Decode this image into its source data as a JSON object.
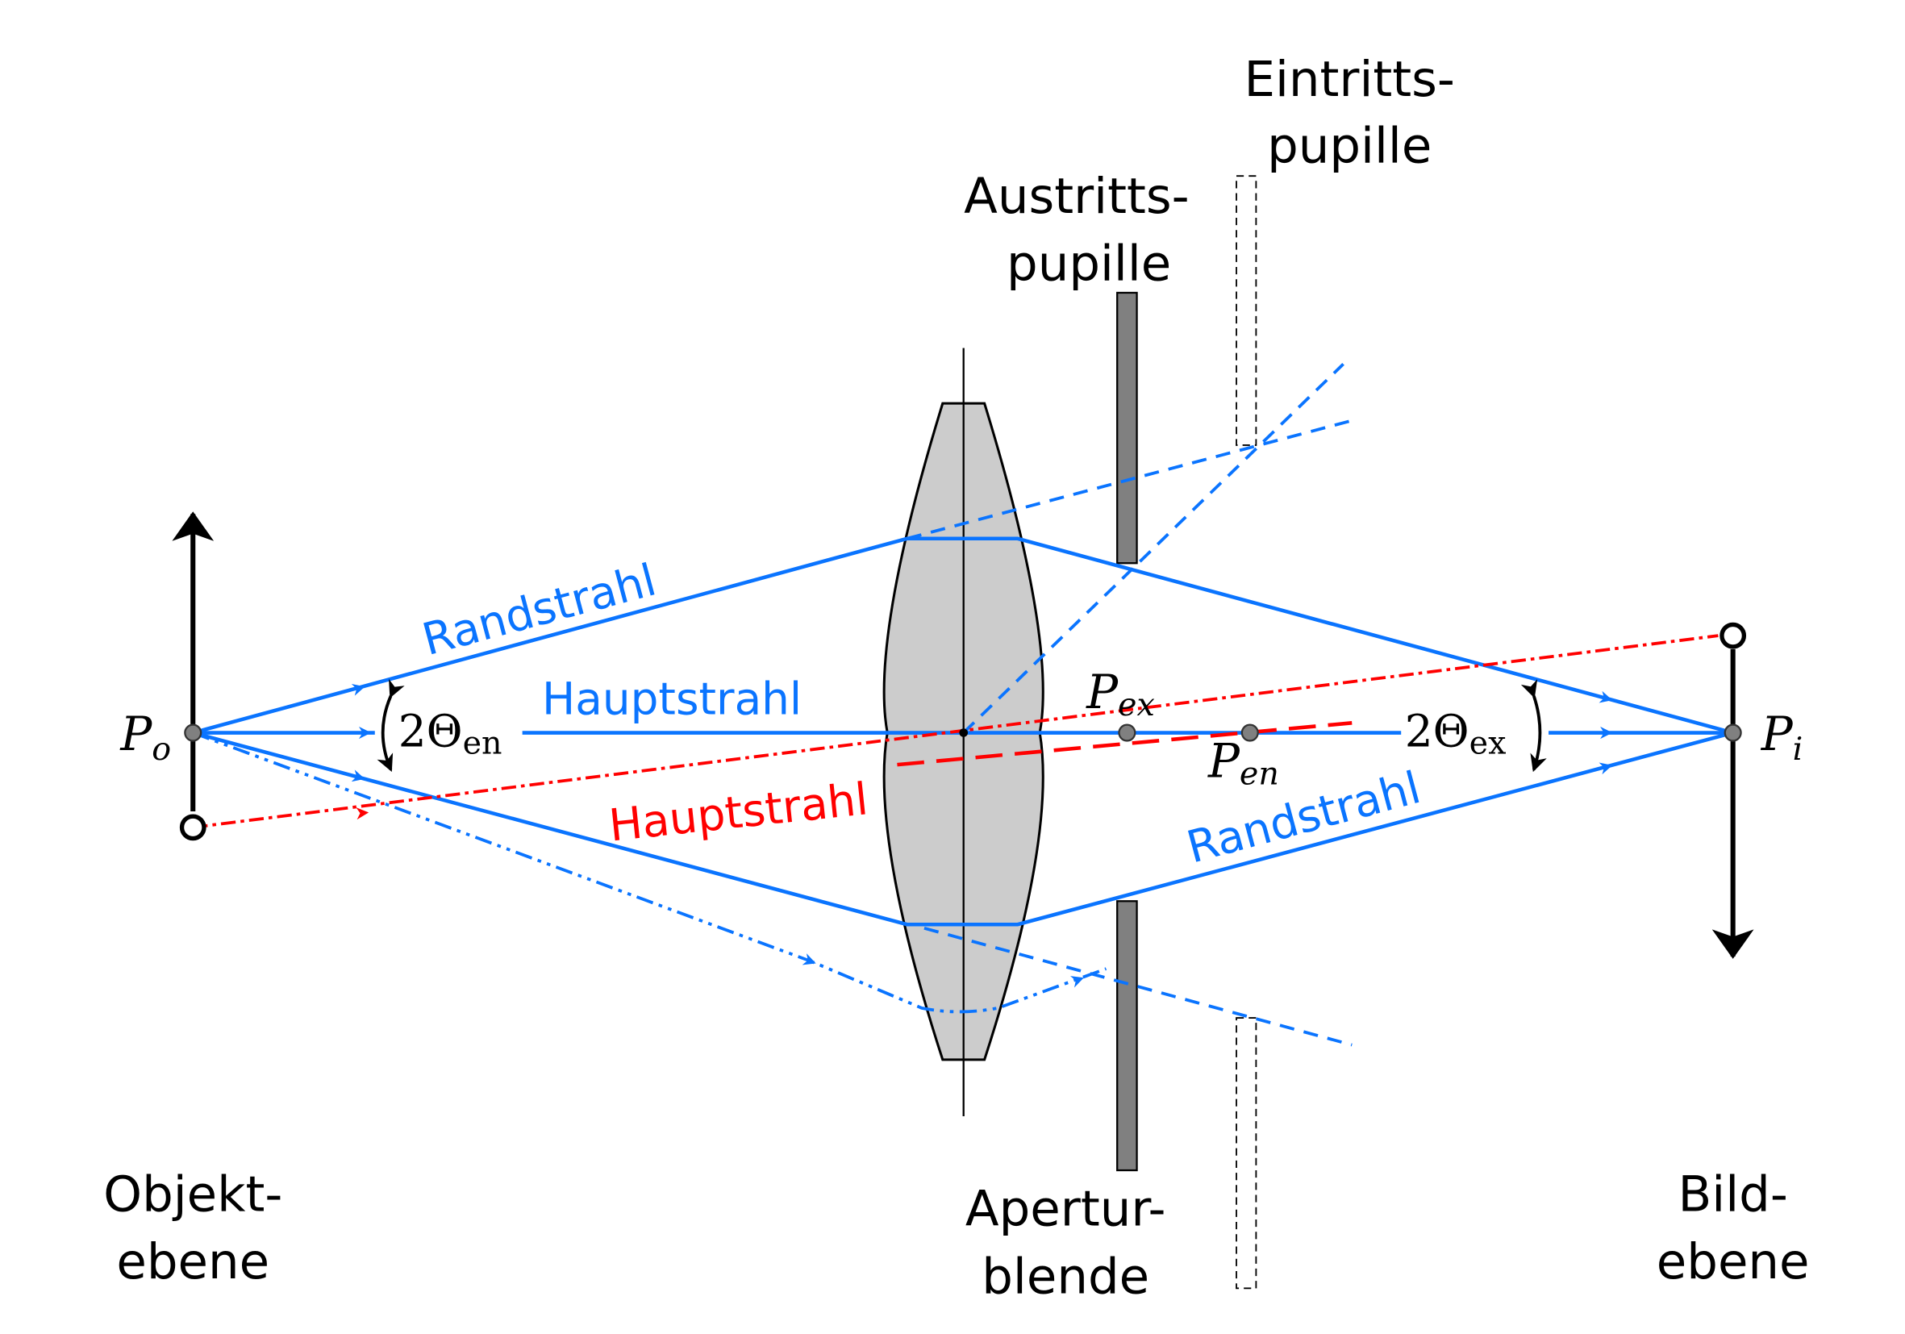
{
  "labels": {
    "entrance_pupil": [
      "Eintritts-",
      "pupille"
    ],
    "exit_pupil": [
      "Austritts-",
      "pupille"
    ],
    "object_plane": [
      "Objekt-",
      "ebene"
    ],
    "aperture_stop": [
      "Apertur-",
      "blende"
    ],
    "image_plane": [
      "Bild-",
      "ebene"
    ],
    "marginal_ray_upper": "Randstrahl",
    "marginal_ray_lower": "Randstrahl",
    "chief_ray_blue": "Hauptstrahl",
    "chief_ray_red": "Hauptstrahl"
  },
  "math": {
    "Po": {
      "main": "P",
      "sub": "o"
    },
    "Pi": {
      "main": "P",
      "sub": "i"
    },
    "Pex": {
      "main": "P",
      "sub": "ex"
    },
    "Pen": {
      "main": "P",
      "sub": "en"
    },
    "theta_en": {
      "main": "2Θ",
      "sub": "en"
    },
    "theta_ex": {
      "main": "2Θ",
      "sub": "ex"
    }
  },
  "colors": {
    "ray_blue": "#0a74ff",
    "ray_red": "#ff0000",
    "lens": "#cccccc",
    "stop": "#808080"
  }
}
